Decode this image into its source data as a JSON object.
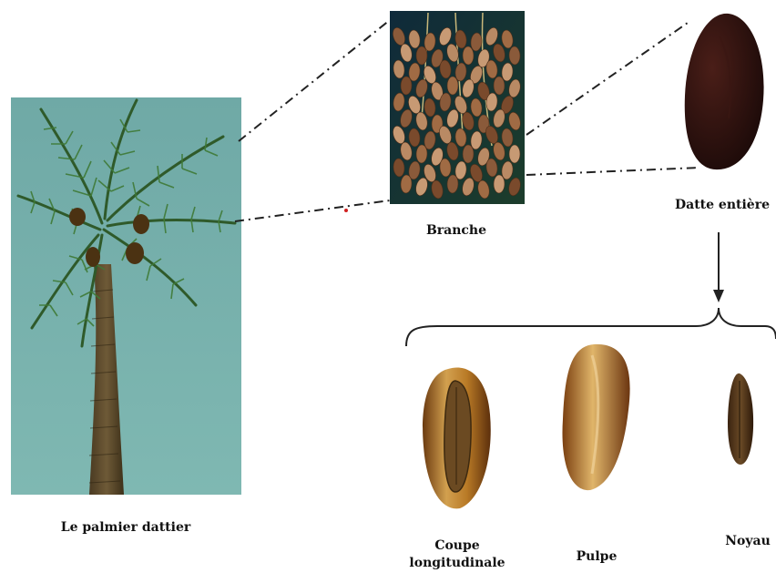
{
  "labels": {
    "palm": "Le palmier dattier",
    "branch": "Branche",
    "whole_date": "Datte entière",
    "cut_line1": "Coupe",
    "cut_line2": "longitudinale",
    "pulp": "Pulpe",
    "pit": "Noyau"
  }
}
